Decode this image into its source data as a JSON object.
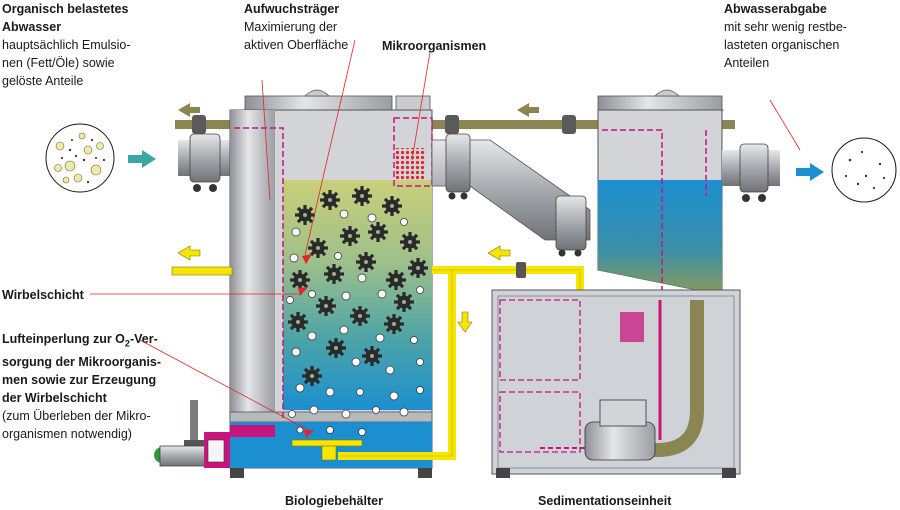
{
  "labels": {
    "inflow": {
      "title1": "Organisch belastetes",
      "title2": "Abwasser",
      "line1": "hauptsächlich Emulsio-",
      "line2": "nen (Fett/Öle) sowie",
      "line3": "gelöste Anteile"
    },
    "carrier": {
      "title": "Aufwuchsträger",
      "line1": "Maximierung der",
      "line2": "aktiven Oberfläche"
    },
    "micro": {
      "title": "Mikroorganismen"
    },
    "outflow": {
      "title": "Abwasserabgabe",
      "line1": "mit sehr wenig restbe-",
      "line2": "lasteten organischen",
      "line3": "Anteilen"
    },
    "fluid": {
      "title": "Wirbelschicht"
    },
    "aeration": {
      "title1a": "Lufteinperlung zur O",
      "title1sub": "2",
      "title1b": "-Ver-",
      "title2": "sorgung der Mikroorganis-",
      "title3": "men sowie zur Erzeugung",
      "title4": "der Wirbelschicht",
      "line1": "(zum Überleben der Mikro-",
      "line2": "organismen notwendig)"
    }
  },
  "captions": {
    "bio": "Biologiebehälter",
    "sed": "Sedimentationseinheit"
  },
  "colors": {
    "magenta": "#c8157e",
    "yellow": "#f6e500",
    "water_blue": "#1c8fd0",
    "tank_gray": "#cfd2d6",
    "teal_arrow": "#3aa7a0",
    "olive_pipe": "#8a8553"
  }
}
